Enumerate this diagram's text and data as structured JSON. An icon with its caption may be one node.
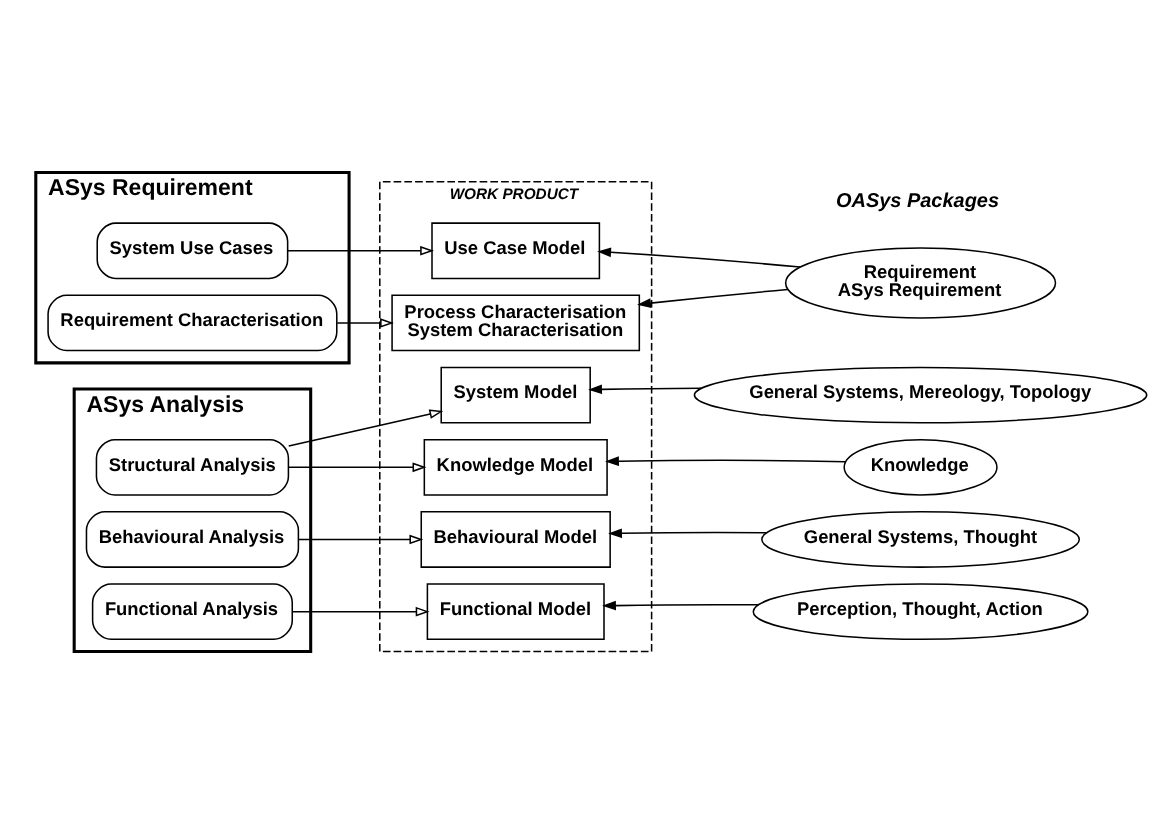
{
  "diagram": {
    "nodes": [
      {
        "text": [
          "ASys Requirement"
        ]
      },
      {
        "text": [
          "System Use Cases"
        ],
        "in": 0
      },
      {
        "text": [
          "Requirement Characterisation"
        ],
        "in": 0
      },
      {
        "text": [
          "ASys Analysis"
        ]
      },
      {
        "text": [
          "Structural Analysis"
        ],
        "in": 3
      },
      {
        "text": [
          "Behavioural Analysis"
        ],
        "in": 3
      },
      {
        "text": [
          "Functional Analysis"
        ],
        "in": 3
      },
      {
        "text": [
          "WORK PRODUCT"
        ]
      },
      {
        "text": [
          "Use Case Model"
        ],
        "in": 7
      },
      {
        "text": [
          "Process Characterisation",
          "System Characterisation"
        ],
        "in": 7
      },
      {
        "text": [
          "System Model"
        ],
        "in": 7
      },
      {
        "text": [
          "Knowledge Model"
        ],
        "in": 7
      },
      {
        "text": [
          "Behavioural Model"
        ],
        "in": 7
      },
      {
        "text": [
          "Functional Model"
        ],
        "in": 7
      },
      {
        "text": [
          "Requirement",
          "ASys Requirement"
        ]
      },
      {
        "text": [
          "General Systems, Mereology, Topology"
        ]
      },
      {
        "text": [
          "Knowledge"
        ]
      },
      {
        "text": [
          "General Systems, Thought"
        ]
      },
      {
        "text": [
          "Perception, Thought, Action"
        ]
      }
    ],
    "edges": [
      {
        "from": 1,
        "to": 8,
        "arrow": "to"
      },
      {
        "from": 2,
        "to": 9,
        "arrow": "to"
      },
      {
        "from": 4,
        "to": 10,
        "arrow": "to"
      },
      {
        "from": 4,
        "to": 11,
        "arrow": "to"
      },
      {
        "from": 5,
        "to": 12,
        "arrow": "to"
      },
      {
        "from": 6,
        "to": 13,
        "arrow": "to"
      },
      {
        "from": 14,
        "to": 8,
        "arrow": "to"
      },
      {
        "from": 14,
        "to": 9,
        "arrow": "to"
      },
      {
        "from": 15,
        "to": 10,
        "arrow": "to"
      },
      {
        "from": 16,
        "to": 11,
        "arrow": "to"
      },
      {
        "from": 17,
        "to": 12,
        "arrow": "to"
      },
      {
        "from": 18,
        "to": 13,
        "arrow": "to"
      }
    ],
    "labels": [
      "OASys Packages"
    ]
  }
}
